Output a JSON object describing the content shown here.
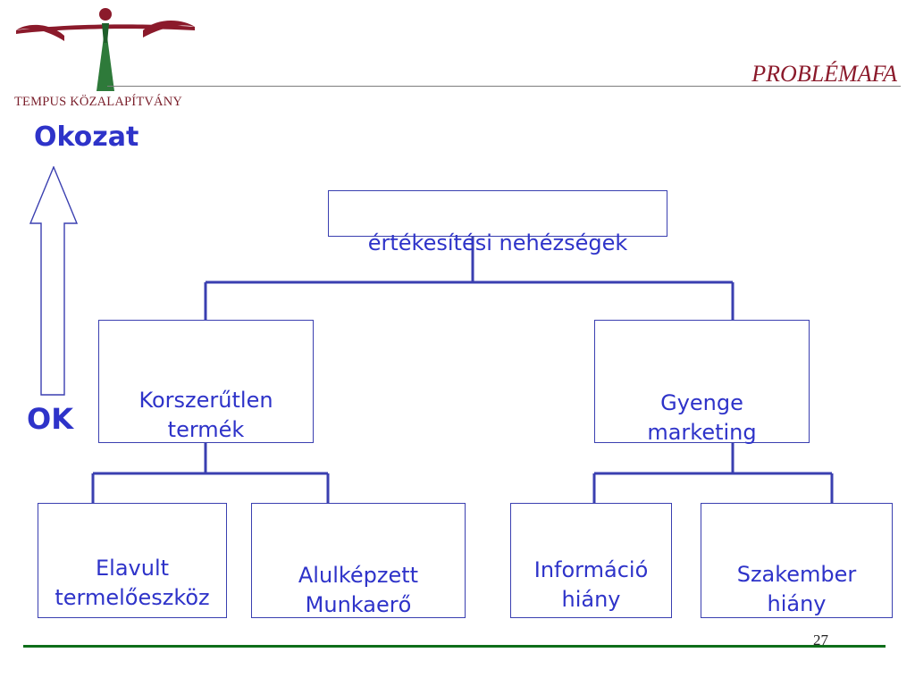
{
  "header": {
    "logo_text": "TEMPUS KÖZALAPÍTVÁNY",
    "title": "PROBLÉMAFA"
  },
  "side": {
    "top_label": "Okozat",
    "bottom_label": "OK"
  },
  "tree": {
    "root": "értékesítési nehézségek",
    "left": "Korszerűtlen\ntermék",
    "right": "Gyenge\nmarketing",
    "left_children": [
      "Elavult\ntermelőeszköz",
      "Alulképzett\nMunkaerő"
    ],
    "right_children": [
      "Információ\nhiány",
      "Szakember\nhiány"
    ]
  },
  "footer": {
    "page_number": "27"
  },
  "colors": {
    "text_blue": "#2e33c9",
    "connector_blue": "#3a3fb0",
    "title_red": "#8b1a2b",
    "logo_green": "#2e7a3a",
    "logo_red": "#8b1a2b",
    "footer_green": "#0e6e1a"
  }
}
